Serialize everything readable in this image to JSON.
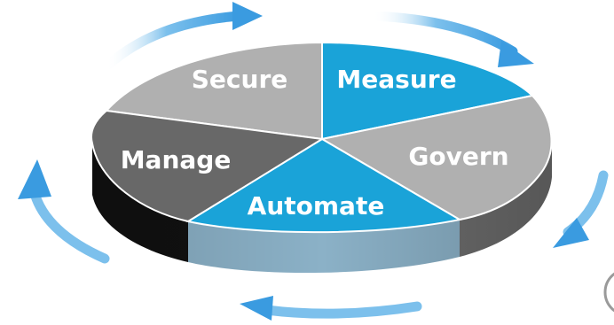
{
  "diagram": {
    "type": "cycle",
    "segments": [
      {
        "id": "secure",
        "label": "Secure",
        "color": "#b0b0b0"
      },
      {
        "id": "measure",
        "label": "Measure",
        "color": "#1aa3d8"
      },
      {
        "id": "govern",
        "label": "Govern",
        "color": "#b0b0b0"
      },
      {
        "id": "automate",
        "label": "Automate",
        "color": "#1aa3d8"
      },
      {
        "id": "manage",
        "label": "Manage",
        "color": "#686868"
      }
    ],
    "arrow_color": "#4fa9e3",
    "arrow_direction": "clockwise"
  }
}
